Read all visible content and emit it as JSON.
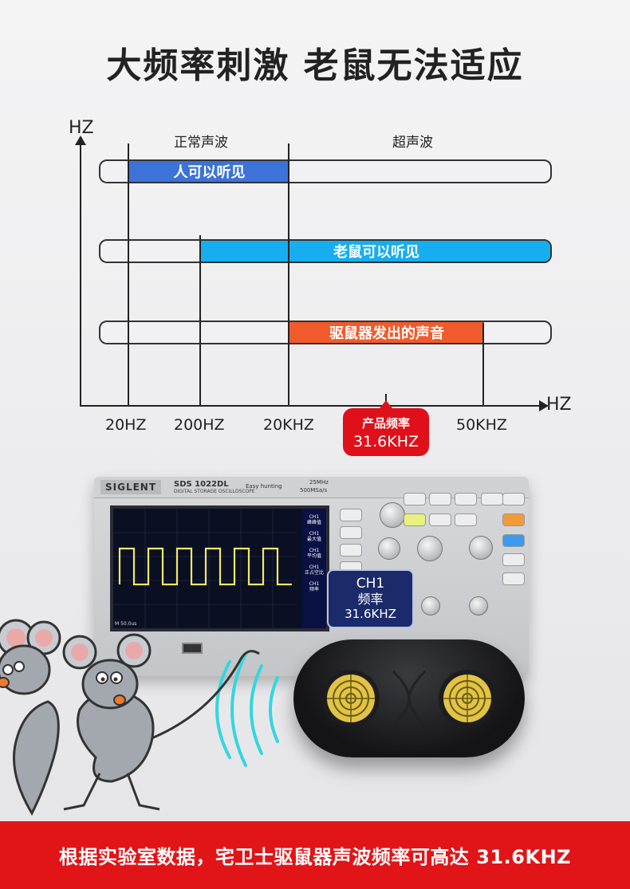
{
  "headline": "大频率刺激 老鼠无法适应",
  "chart": {
    "y_unit": "HZ",
    "x_unit": "HZ",
    "zones": [
      "正常声波",
      "超声波"
    ],
    "bars": [
      {
        "label": "人可以听见",
        "color": "#3d72d8"
      },
      {
        "label": "老鼠可以听见",
        "color": "#17aef0"
      },
      {
        "label": "驱鼠器发出的声音",
        "color": "#f15a2b"
      }
    ],
    "frequencies": [
      "20HZ",
      "200HZ",
      "20KHZ",
      "50KHZ"
    ],
    "product_badge": {
      "title": "产品频率",
      "value": "31.6KHZ"
    }
  },
  "oscilloscope": {
    "brand": "SIGLENT",
    "model": "SDS 1022DL",
    "subtitle": "DIGITAL STORAGE OSCILLOSCOPE",
    "tagline": "Easy hunting",
    "bandwidth": "25MHz",
    "sample_rate": "500MSa/s",
    "screen_info": "M 50.0us",
    "side_panel": [
      "CH1",
      "峰峰值",
      "CH1",
      "最大值",
      "CH1",
      "平均值",
      "CH1",
      "正占空比",
      "CH1",
      "频率"
    ]
  },
  "callout": {
    "line1": "CH1",
    "line2": "频率",
    "line3": "31.6KHZ"
  },
  "footer": "根据实验室数据，宅卫士驱鼠器声波频率可高达 31.6KHZ"
}
